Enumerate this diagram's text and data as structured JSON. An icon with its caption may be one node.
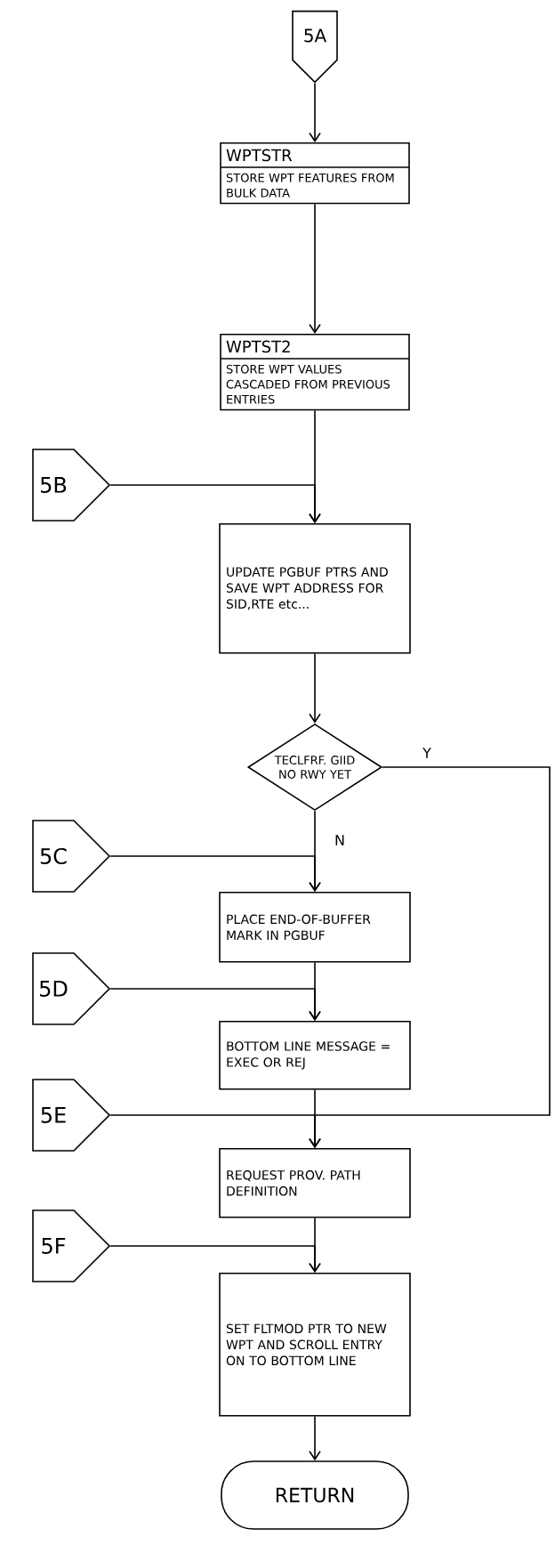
{
  "diagram": {
    "nodes": [
      {
        "text": [
          "5A"
        ]
      },
      {
        "text": [
          "WPTSTR",
          "STORE WPT FEATURES FROM BULK DATA"
        ]
      },
      {
        "text": [
          "WPTST2",
          "STORE WPT VALUES CASCADED FROM PREVIOUS ENTRIES"
        ]
      },
      {
        "text": [
          "5B"
        ]
      },
      {
        "text": [
          "UPDATE PGBUF PTRS AND SAVE WPT ADDRESS FOR SID,RTE etc..."
        ]
      },
      {
        "text": [
          "TECLFRF. GIID NO RWY YET"
        ]
      },
      {
        "text": [
          "5C"
        ]
      },
      {
        "text": [
          "PLACE END-OF-BUFFER MARK IN PGBUF"
        ]
      },
      {
        "text": [
          "5D"
        ]
      },
      {
        "text": [
          "BOTTOM LINE MESSAGE = EXEC OR REJ"
        ]
      },
      {
        "text": [
          "5E"
        ]
      },
      {
        "text": [
          "REQUEST PROV. PATH DEFINITION"
        ]
      },
      {
        "text": [
          "5F"
        ]
      },
      {
        "text": [
          "SET FLTMOD PTR TO NEW WPT AND SCROLL ENTRY ON TO BOTTOM LINE"
        ]
      },
      {
        "text": [
          "RETURN"
        ]
      }
    ],
    "edges": [
      {
        "from": 0,
        "to": 1,
        "arrow": "to"
      },
      {
        "from": 1,
        "to": 2,
        "arrow": "to"
      },
      {
        "from": 2,
        "to": 4,
        "arrow": "to"
      },
      {
        "from": 3,
        "to": 4,
        "arrow": "to"
      },
      {
        "from": 4,
        "to": 5,
        "arrow": "to"
      },
      {
        "from": 5,
        "to": 7,
        "arrow": "to",
        "label": "N"
      },
      {
        "from": 6,
        "to": 7,
        "arrow": "to"
      },
      {
        "from": 7,
        "to": 9,
        "arrow": "to"
      },
      {
        "from": 8,
        "to": 9,
        "arrow": "to"
      },
      {
        "from": 9,
        "to": 11,
        "arrow": "to"
      },
      {
        "from": 5,
        "to": 11,
        "arrow": "to",
        "label": "Y"
      },
      {
        "from": 10,
        "to": 11,
        "arrow": "to"
      },
      {
        "from": 11,
        "to": 13,
        "arrow": "to"
      },
      {
        "from": 12,
        "to": 13,
        "arrow": "to"
      },
      {
        "from": 13,
        "to": 14,
        "arrow": "to"
      }
    ]
  }
}
